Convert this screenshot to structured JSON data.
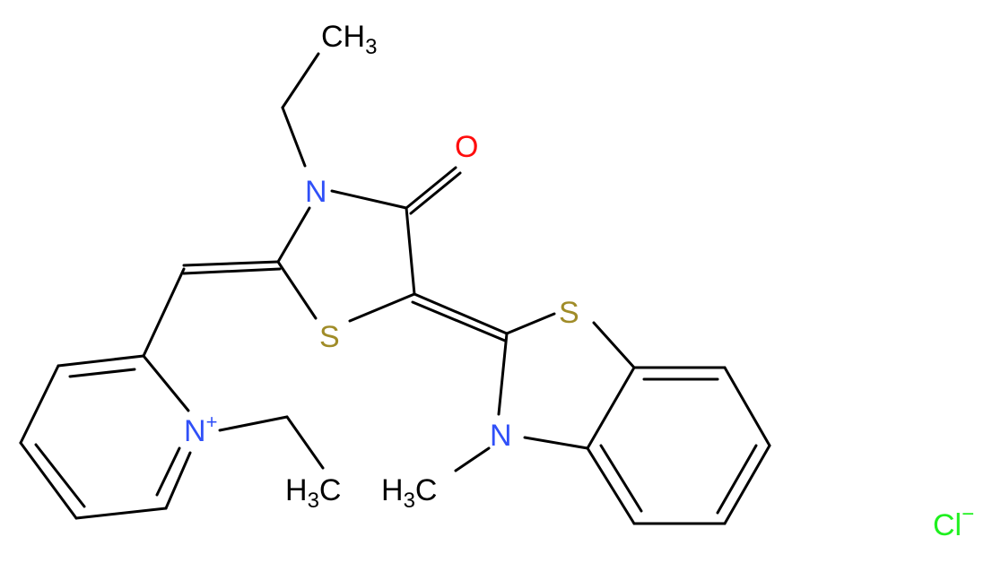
{
  "atoms": {
    "n_top": "N",
    "o_carbonyl": "O",
    "s_thiazolidine": "S",
    "s_benzothiazole": "S",
    "n_benzothiazole": "N",
    "n_pyridinium": "N",
    "n_pyridinium_charge": "+",
    "ch3_top": {
      "main": "CH",
      "sub": "3"
    },
    "ch3_pyridinium": {
      "main": "H",
      "sub": "3",
      "tail": "C"
    },
    "ch3_benzothiazole": {
      "main": "H",
      "sub": "3",
      "tail": "C"
    }
  },
  "counterion": {
    "symbol": "Cl",
    "charge": "−"
  },
  "colors": {
    "bond": "#000000",
    "nitrogen": "#3050F8",
    "oxygen": "#FF0D0D",
    "sulfur": "#A08C28",
    "chlorine": "#1FF01F",
    "carbon": "#000000"
  }
}
